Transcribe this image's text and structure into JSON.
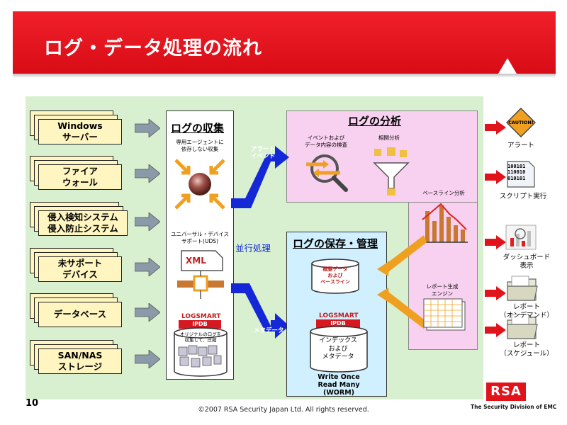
{
  "title": "ログ・データ処理の流れ",
  "sources": [
    {
      "label": "Windows\nサーバー"
    },
    {
      "label": "ファイア\nウォール"
    },
    {
      "label": "侵入検知システム\n侵入防止システム"
    },
    {
      "label": "未サポート\nデバイス"
    },
    {
      "label": "データベース"
    },
    {
      "label": "SAN/NAS\nストレージ"
    }
  ],
  "collect": {
    "title": "ログの収集",
    "agentless": "専用エージェントに\n依存しない収集",
    "uds": "ユニバーサル・デバイス\nサポート(UDS)",
    "xml": "XML",
    "logsmart": "LOGSMART",
    "ipdb": "IPDB",
    "original": "オリジナルのログを\n収集して、圧縮"
  },
  "analysis": {
    "title": "ログの分析",
    "event": "イベントおよび\nデータ内容の検査",
    "correlation": "相関分析",
    "baseline": "ベースライン分析"
  },
  "storage": {
    "title": "ログの保存・管理",
    "summary": "概要データ\nおよび\nベースライン",
    "logsmart": "LOGSMART",
    "ipdb": "IPDB",
    "index": "インデックス\nおよび\nメタデータ",
    "worm": "Write Once\nRead Many\n(WORM)"
  },
  "report_engine": "レポート生成\nエンジン",
  "parallel": "並行処理",
  "alert_event": "アラート\nイベント",
  "metadata_label": "メタデータ",
  "outputs": [
    {
      "label": "アラート"
    },
    {
      "label": "スクリプト実行"
    },
    {
      "label": "ダッシュボード\n表示"
    },
    {
      "label": "レポート\n（オンデマンド）"
    },
    {
      "label": "レポート\n（スケジュール）"
    }
  ],
  "caution": "CAUTION!",
  "script_bits": "100101\n110010\n010101",
  "page_number": "10",
  "footer": "©2007 RSA Security Japan Ltd. All rights reserved.",
  "brand": {
    "logo": "RSA",
    "tagline": "The Security Division of EMC"
  },
  "colors": {
    "red": "#e1141c",
    "blue": "#1428d8",
    "orange": "#f0a020",
    "green_bg": "#d8f0d0",
    "pink_bg": "#f8d0f0",
    "blue_bg": "#d0f0ff"
  }
}
